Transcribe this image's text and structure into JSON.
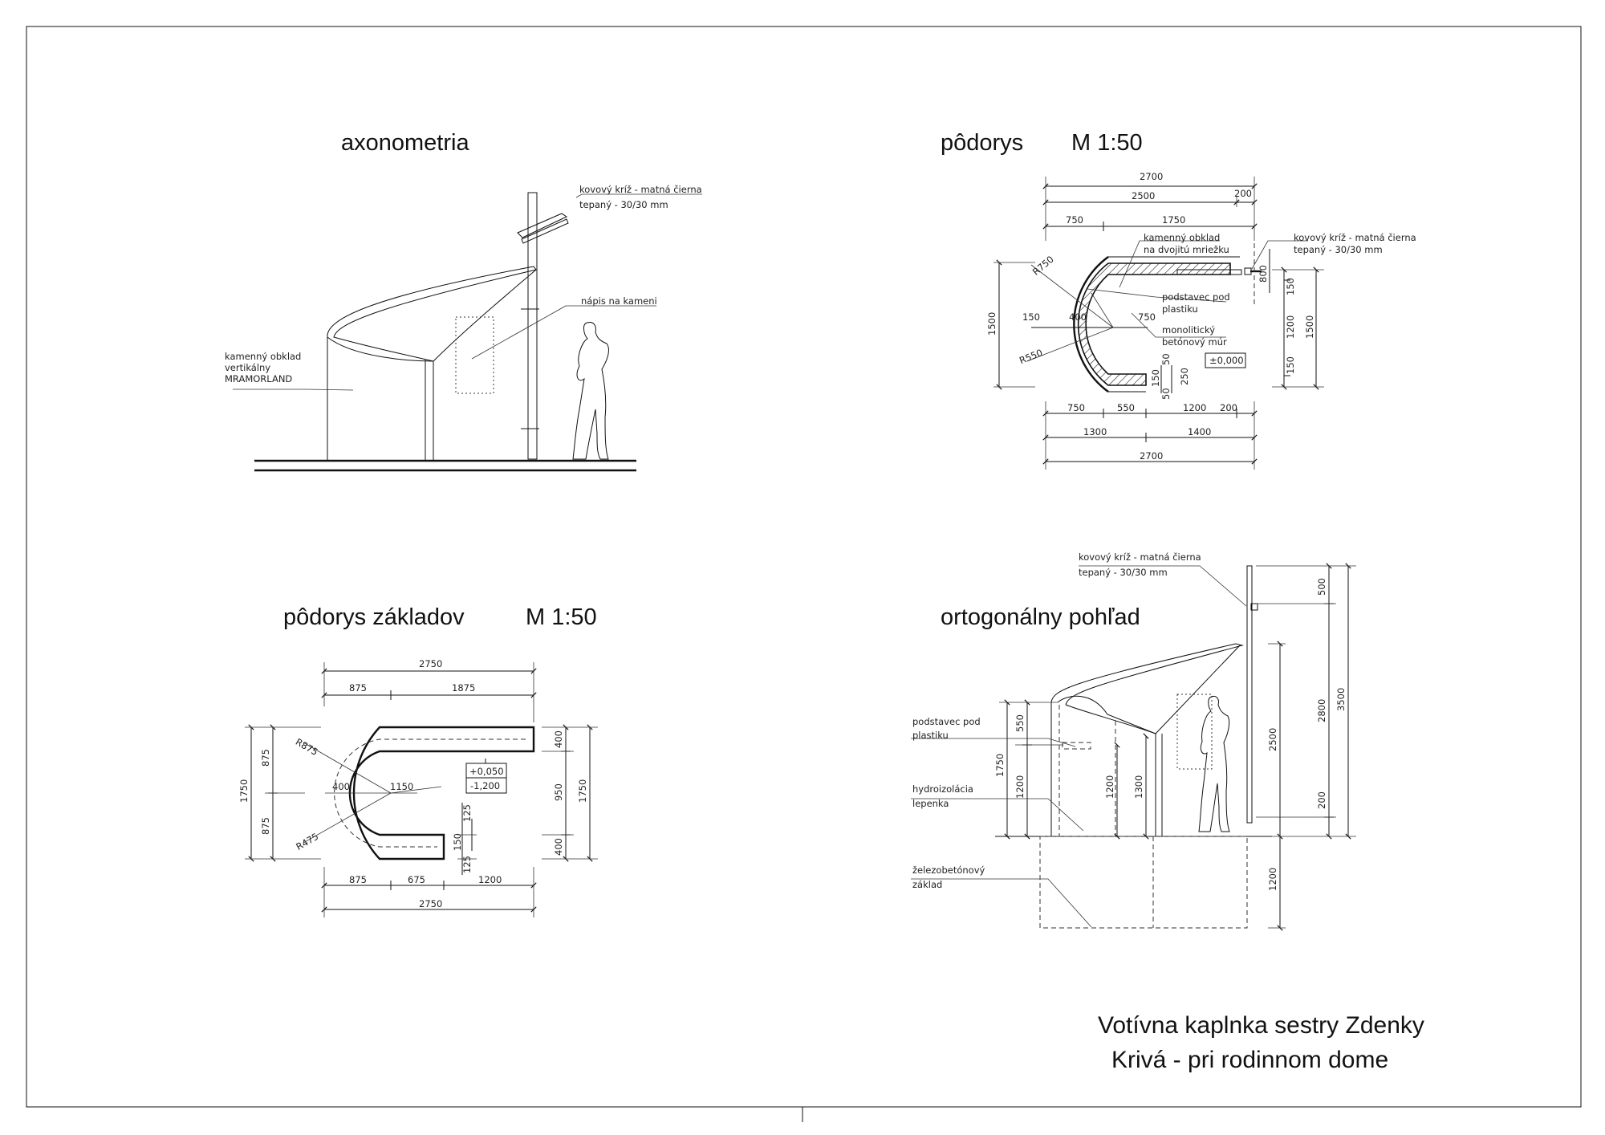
{
  "headings": {
    "axo": "axonometria",
    "plan": "pôdorys",
    "plan_scale": "M 1:50",
    "foundation": "pôdorys základov",
    "foundation_scale": "M 1:50",
    "ortho": "ortogonálny pohľad"
  },
  "axo_notes": {
    "cross_1": "kovový kríž - matná čierna",
    "cross_2": "tepaný - 30/30 mm",
    "inscription": "nápis na kameni",
    "cladding_1": "kamenný obklad",
    "cladding_2": "vertikálny",
    "cladding_3": "MRAMORLAND"
  },
  "plan_notes": {
    "stone_1": "kamenný obklad",
    "stone_2": "na dvojitú mriežku",
    "cross_1": "kovový kríž - matná čierna",
    "cross_2": "tepaný - 30/30 mm",
    "pedestal_1": "podstavec pod",
    "pedestal_2": "plastiku",
    "wall_1": "monolitický",
    "wall_2": "betónový múr",
    "level": "±0,000"
  },
  "plan_dims": {
    "top_total": "2700",
    "top_2500": "2500",
    "top_200": "200",
    "top_750": "750",
    "top_1750": "1750",
    "r750": "R750",
    "r550": "R550",
    "d150": "150",
    "d400": "400",
    "d750": "750",
    "d800": "800",
    "left_1500": "1500",
    "right_150a": "150",
    "right_1200": "1200",
    "right_150b": "150",
    "right_1500": "1500",
    "s150": "150",
    "s50a": "50",
    "s50b": "50",
    "s250": "250",
    "bot_750": "750",
    "bot_550": "550",
    "bot_1200": "1200",
    "bot_200": "200",
    "bot_1300": "1300",
    "bot_1400": "1400",
    "bot_total": "2700"
  },
  "foundation_dims": {
    "top_total": "2750",
    "top_875": "875",
    "top_1875": "1875",
    "r875": "R875",
    "r475": "R475",
    "d400": "400",
    "d1150": "1150",
    "left_1750": "1750",
    "left_875a": "875",
    "left_875b": "875",
    "right_400a": "400",
    "right_950": "950",
    "right_400b": "400",
    "right_1750": "1750",
    "s125a": "125",
    "s150": "150",
    "s125b": "125",
    "bot_875": "875",
    "bot_675": "675",
    "bot_1200": "1200",
    "bot_total": "2750",
    "level_top": "+0,050",
    "level_bottom": "-1,200"
  },
  "ortho_notes": {
    "cross_1": "kovový kríž - matná čierna",
    "cross_2": "tepaný - 30/30 mm",
    "pedestal_1": "podstavec pod",
    "pedestal_2": "plastiku",
    "hydro_1": "hydroizolácia",
    "hydro_2": "lepenka",
    "found_1": "železobetónový",
    "found_2": "základ"
  },
  "ortho_dims": {
    "l1750": "1750",
    "l550": "550",
    "l1200": "1200",
    "m1200": "1200",
    "m1300": "1300",
    "r2500": "2500",
    "r1200": "1200",
    "f500": "500",
    "f2800": "2800",
    "f200": "200",
    "f3500": "3500"
  },
  "title_block": {
    "line1": "Votívna kaplnka sestry Zdenky",
    "line2": "Krivá - pri rodinnom dome"
  }
}
